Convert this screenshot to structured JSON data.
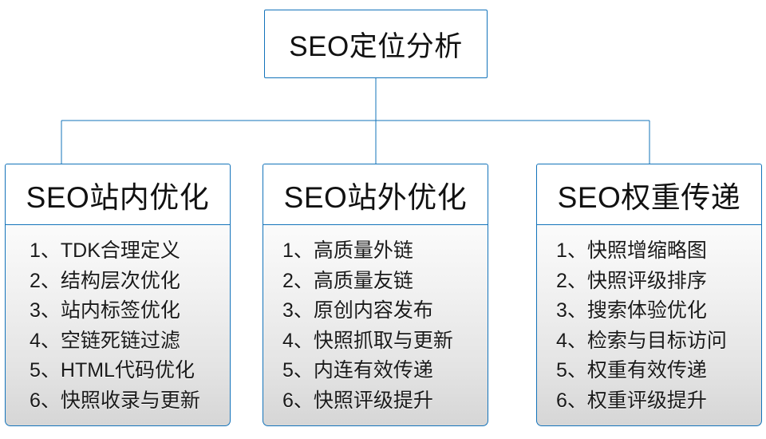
{
  "diagram": {
    "root": {
      "label": "SEO定位分析"
    },
    "branches": [
      {
        "title": "SEO站内优化",
        "items": [
          "1、TDK合理定义",
          "2、结构层次优化",
          "3、站内标签优化",
          "4、空链死链过滤",
          "5、HTML代码优化",
          "6、快照收录与更新"
        ]
      },
      {
        "title": "SEO站外优化",
        "items": [
          "1、高质量外链",
          "2、高质量友链",
          "3、原创内容发布",
          "4、快照抓取与更新",
          "5、内连有效传递",
          "6、快照评级提升"
        ]
      },
      {
        "title": "SEO权重传递",
        "items": [
          "1、快照增缩略图",
          "2、快照评级排序",
          "3、搜索体验优化",
          "4、检索与目标访问",
          "5、权重有效传递",
          "6、权重评级提升"
        ]
      }
    ],
    "colors": {
      "connector": "#1373ba",
      "border": "#1373ba",
      "root_background": "#ffffff",
      "body_gradient_top": "#fbfbfb",
      "body_gradient_bottom": "#d6d6d6",
      "text": "#111111"
    }
  }
}
